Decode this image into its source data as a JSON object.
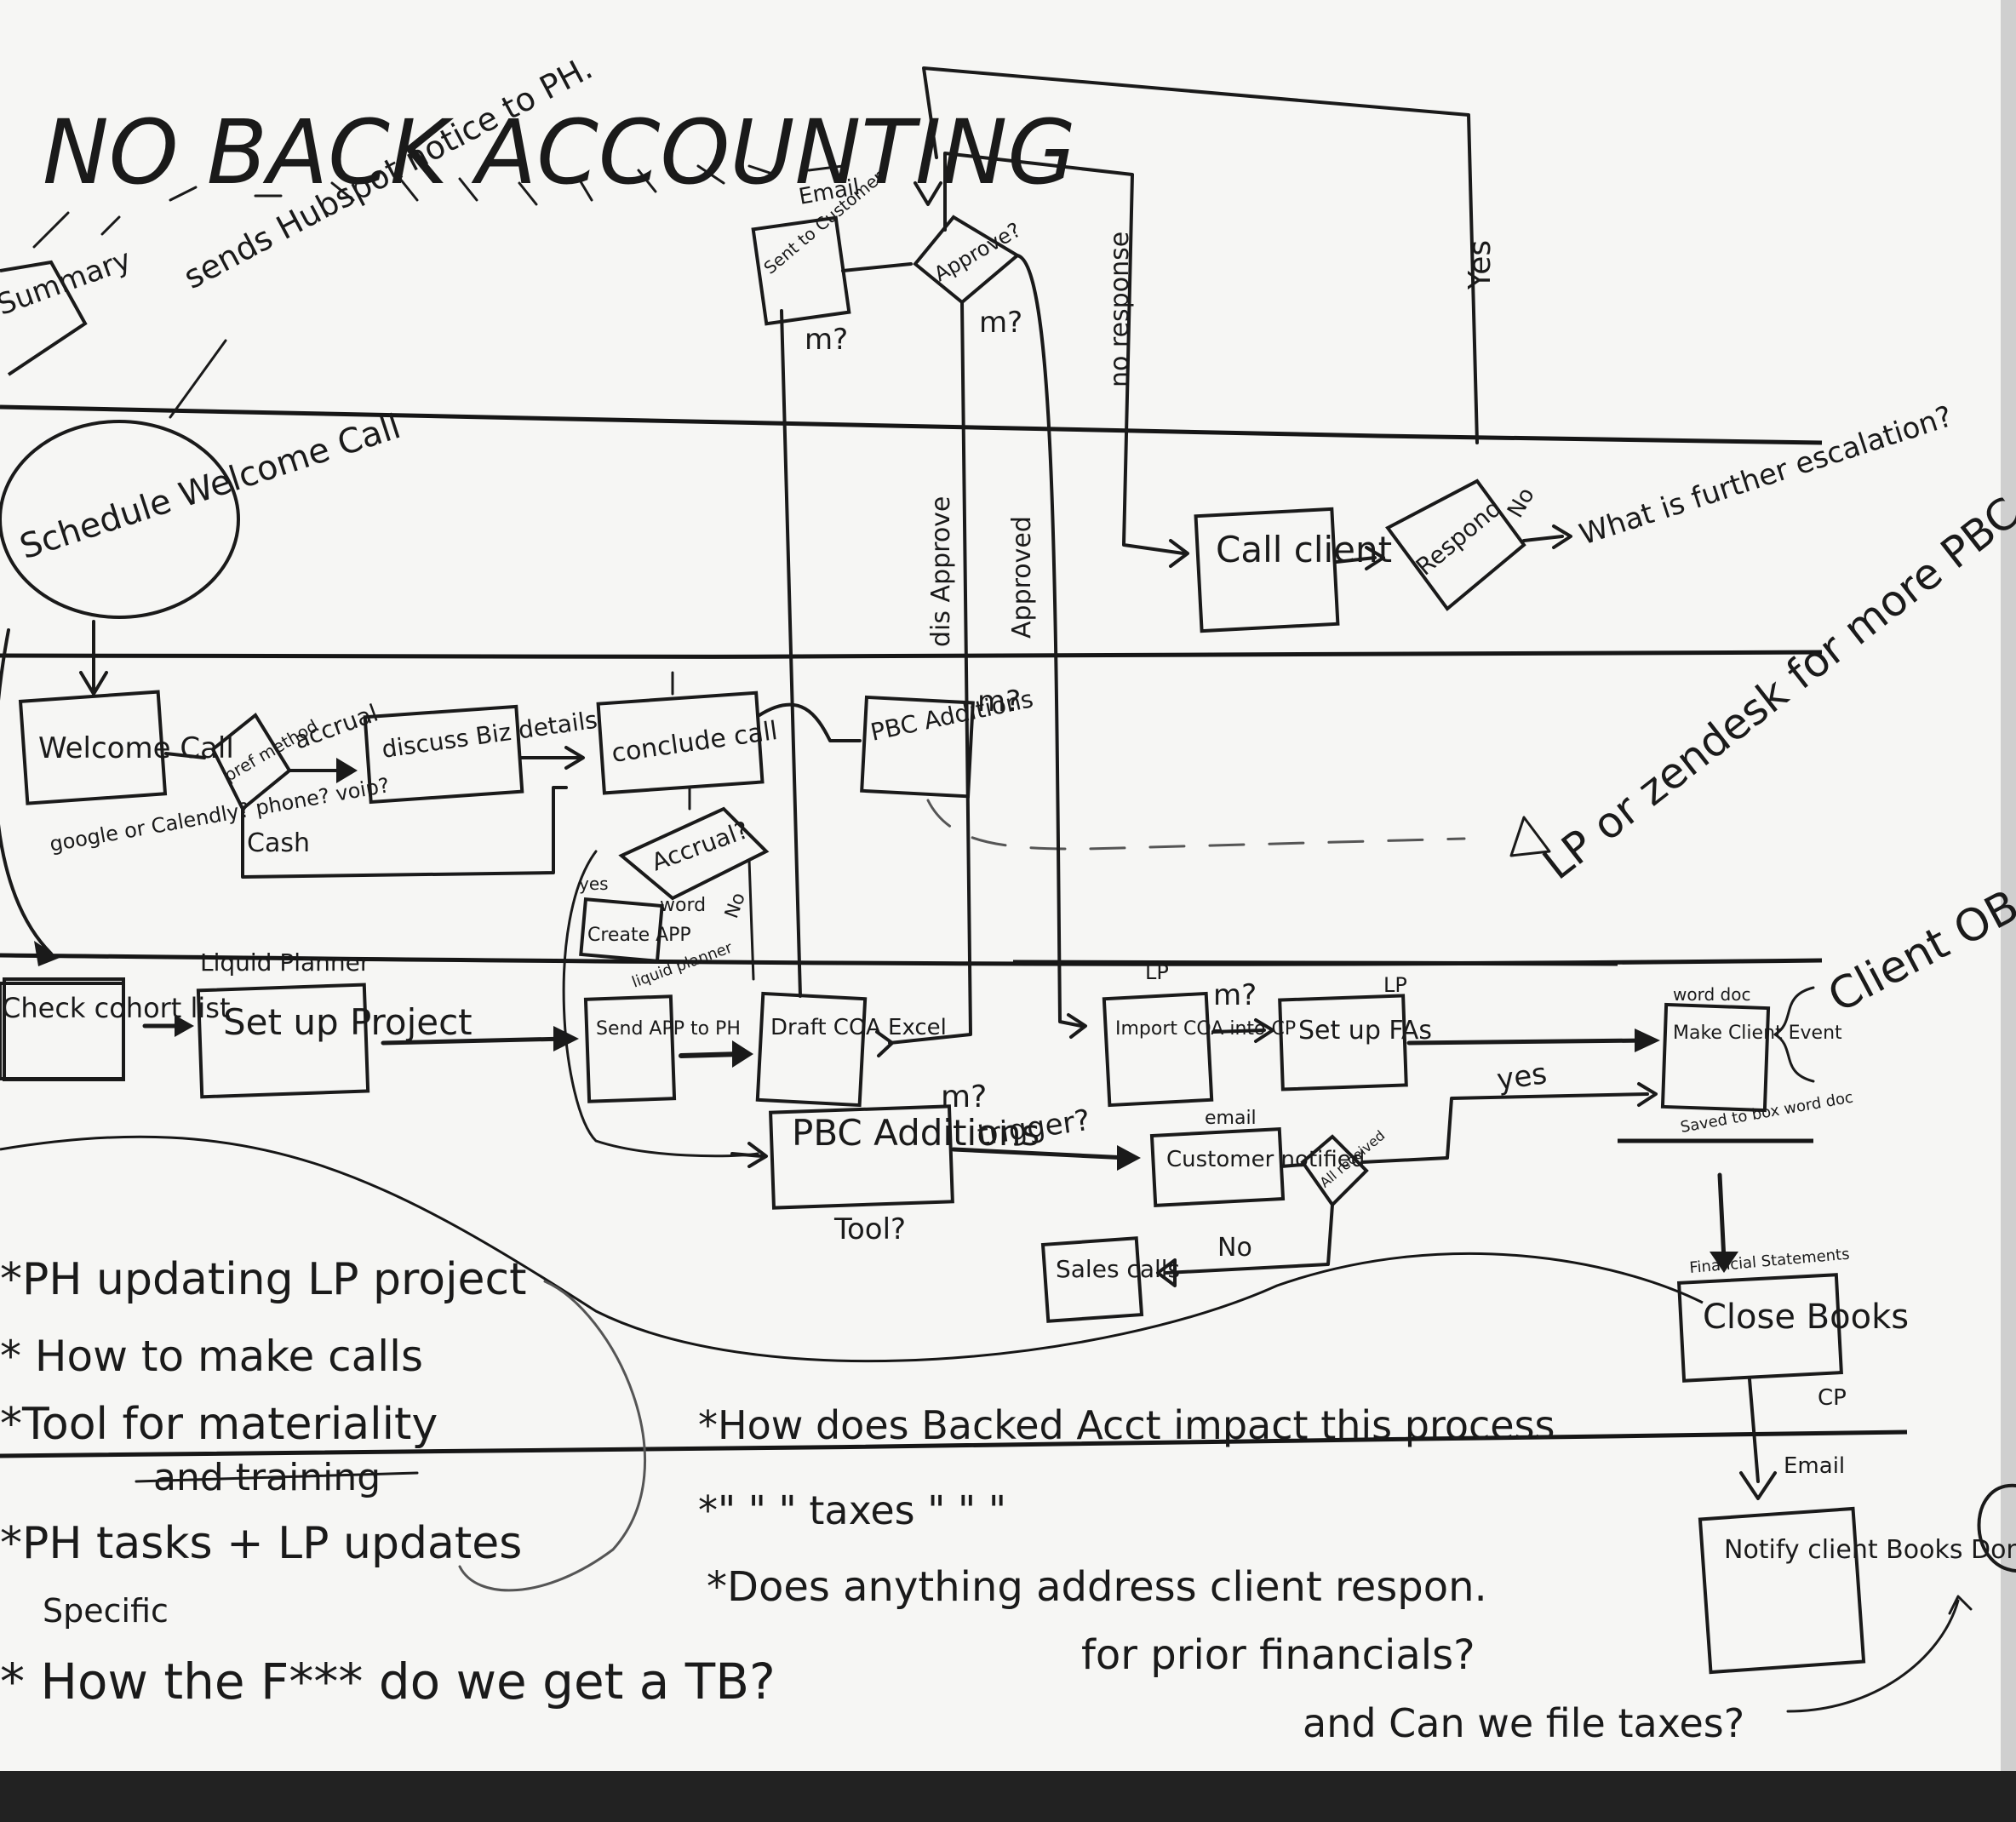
{
  "board": {
    "title": "NO BACK ACCOUNTING",
    "annotations": {
      "email_top": "Email",
      "sends_hubspot": "sends Hubspot notice to PH.",
      "m_q": "m?",
      "no_response": "no response",
      "yes": "Yes",
      "no": "No",
      "dis_approve": "dis Approve",
      "approved": "Approved",
      "what_is_further_escalation": "What is further escalation?",
      "accrual": "accrual",
      "cash": "Cash",
      "welcome_call_tools": "google or Calendly? phone? voip?",
      "yes_small": "yes",
      "word": "word",
      "no_small": "No",
      "liquid_planner": "Liquid Planner",
      "liquid_planner_small": "liquid planner",
      "lp_or_zendesk": "LP or zendesk for more PBC",
      "lp_tag_1": "LP",
      "lp_tag_2": "LP",
      "word_doc": "word doc",
      "client_ob_complete": "Client OB complete",
      "trigger": "trigger?",
      "tool": "Tool?",
      "email_small": "email",
      "yes_mid": "yes",
      "no_mid": "No",
      "saved_to_box": "Saved to box word doc",
      "financial_statements": "Financial Statements",
      "cp": "CP",
      "email_bottom": "Email"
    },
    "nodes": {
      "summary": "Summary",
      "schedule_welcome_call": "Schedule Welcome Call",
      "sent_to_customer": "Sent to Customer",
      "approve": "Approve?",
      "call_client": "Call client",
      "respond": "Respond",
      "welcome_call": "Welcome Call",
      "pref_method": "pref method",
      "discuss_biz_details": "discuss Biz details",
      "conclude_call": "conclude call",
      "pbc_additions_top": "PBC Additions",
      "accrual_decision": "Accrual?",
      "create_app": "Create APP",
      "check_cohort_list": "Check cohort list",
      "set_up_project": "Set up Project",
      "send_app_to_ph": "Send APP to PH",
      "draft_coa_excel": "Draft COA Excel",
      "import_coa_into_cp": "Import COA into CP",
      "set_up_fas": "Set up FAs",
      "make_client_event": "Make Client Event",
      "pbc_additions_bottom": "PBC Additions",
      "customer_notified": "Customer notified",
      "all_received": "All received",
      "sales_calls": "Sales calls",
      "close_books": "Close Books",
      "notify_client": "Notify client Books Done"
    },
    "notes": [
      "*PH updating LP project",
      "* How to make calls",
      "*Tool for materiality",
      "and training",
      "*PH tasks + LP updates",
      "Specific",
      "* How the F*** do we get a TB?",
      "*How does Backed Acct impact this process",
      "*\"  \"  \"  taxes  \"  \"  \"",
      "*Does anything address client respon.",
      "for prior financials?",
      "and Can we file taxes?"
    ]
  }
}
